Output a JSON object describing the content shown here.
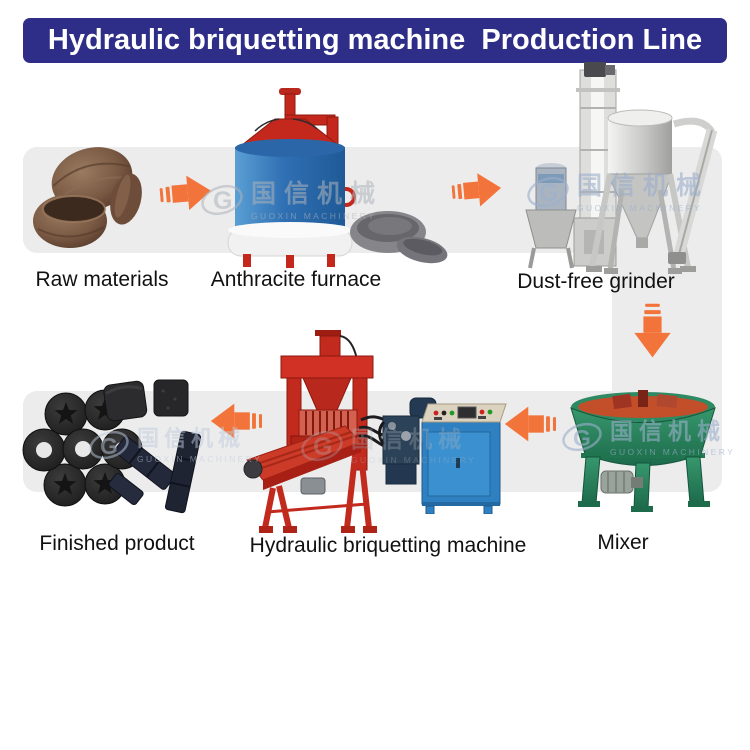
{
  "title": "Hydraulic briquetting machine  Production Line",
  "flow": {
    "steps": [
      {
        "id": "raw-materials",
        "label": "Raw materials"
      },
      {
        "id": "anthracite-furnace",
        "label": "Anthracite furnace"
      },
      {
        "id": "dust-free-grinder",
        "label": "Dust-free grinder"
      },
      {
        "id": "mixer",
        "label": "Mixer"
      },
      {
        "id": "hydraulic-briquetting-machine",
        "label": "Hydraulic briquetting machine"
      },
      {
        "id": "finished-product",
        "label": "Finished product"
      }
    ]
  },
  "watermark": {
    "logo_letter": "G",
    "cn": "国信机械",
    "en": "GUOXIN MACHINERY"
  },
  "colors": {
    "banner_bg": "#2e2d87",
    "banner_text": "#ffffff",
    "arrow_orange": "#f2743b",
    "band_gray": "#ececec",
    "furnace_blue": "#2f6fb3",
    "furnace_red": "#c4281c",
    "press_red": "#cf2d1f",
    "mixer_green": "#2e8a63",
    "cabinet_blue": "#2e80c1",
    "label_text": "#111111"
  }
}
